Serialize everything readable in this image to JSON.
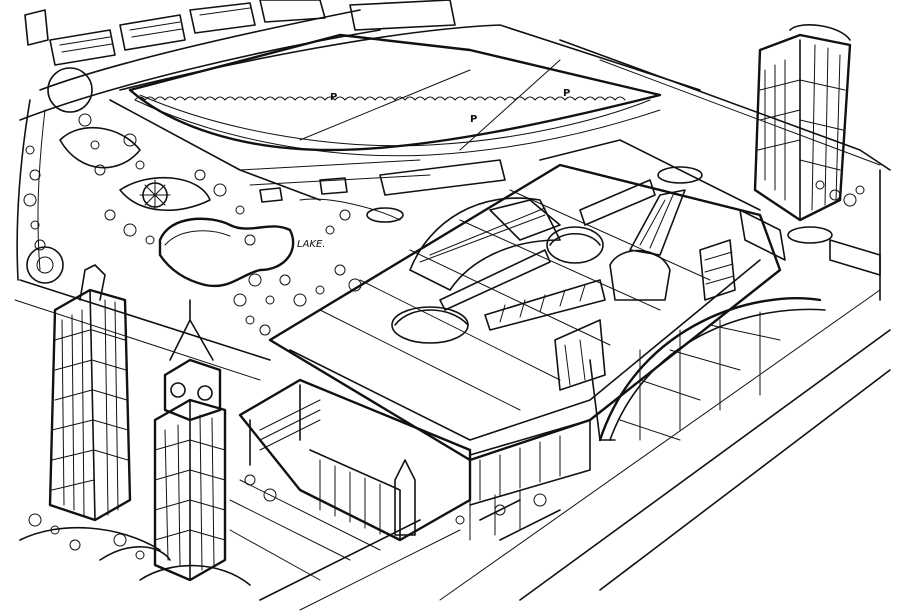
{
  "colors": {
    "ink": "#111111",
    "paper": "#ffffff"
  },
  "annotations": {
    "lake": "LAKE.",
    "parking_1": "P",
    "parking_2": "P",
    "parking_3": "P"
  },
  "icons": {
    "tree": "tree-icon",
    "fountain": "fountain-icon"
  }
}
